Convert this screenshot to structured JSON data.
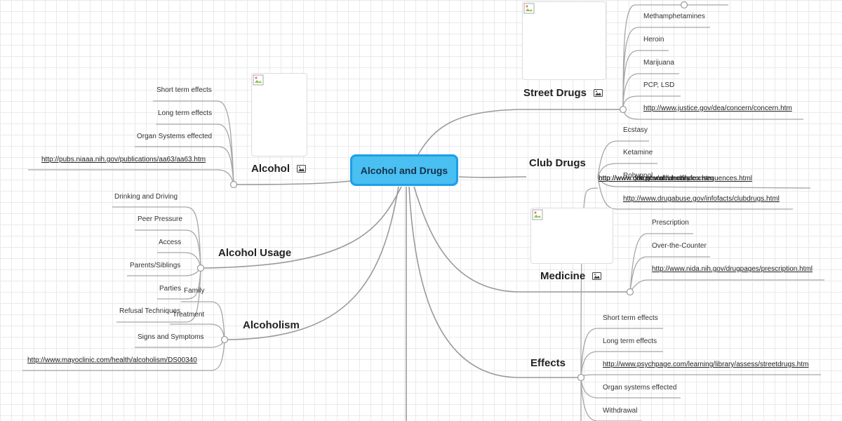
{
  "central": {
    "title": "Alcohol and Drugs"
  },
  "topics": {
    "street_drugs": {
      "title": "Street Drugs",
      "children": [
        "Methamphetamines",
        "Heroin",
        "Marijuana",
        "PCP, LSD",
        "http://www.justice.gov/dea/concern/concern.htm"
      ]
    },
    "club_drugs": {
      "title": "Club Drugs",
      "children": [
        "Ecstasy",
        "Ketamine",
        "Rohypnol",
        "http://www.drugabuse.gov/infofacts/clubdrugs.html"
      ],
      "overlap_links": [
        "http://www.getoutandlive.com",
        "http://www.cdc.gov/alcohol/index.htm",
        "http://www.drugs.com/identify/consequences.html"
      ]
    },
    "medicine": {
      "title": "Medicine",
      "children": [
        "Prescription",
        "Over-the-Counter",
        "http://www.nida.nih.gov/drugpages/prescription.html"
      ]
    },
    "effects": {
      "title": "Effects",
      "children": [
        "Short term effects",
        "Long term effects",
        "http://www.psychpage.com/learning/library/assess/streetdrugs.htm",
        "Organ systems effected",
        "Withdrawal"
      ]
    },
    "alcohol": {
      "title": "Alcohol",
      "children": [
        "Short term effects",
        "Long term effects",
        "Organ Systems effected",
        "http://pubs.niaaa.nih.gov/publications/aa63/aa63.htm"
      ]
    },
    "alcohol_usage": {
      "title": "Alcohol Usage",
      "children": [
        "Drinking and Driving",
        "Peer Pressure",
        "Access",
        "Parents/Siblings",
        "Parties",
        "Refusal Techniques"
      ]
    },
    "alcoholism": {
      "title": "Alcoholism",
      "children": [
        "Family",
        "Treatment",
        "Signs and Symptoms",
        "http://www.mayoclinic.com/health/alcoholism/DS00340"
      ]
    }
  },
  "icons": {
    "image_attachment": "image-icon",
    "broken_image": "broken-image-icon"
  },
  "colors": {
    "center_fill": "#49bff2",
    "center_border": "#1d9fe8",
    "connector": "#9a9a9a"
  }
}
